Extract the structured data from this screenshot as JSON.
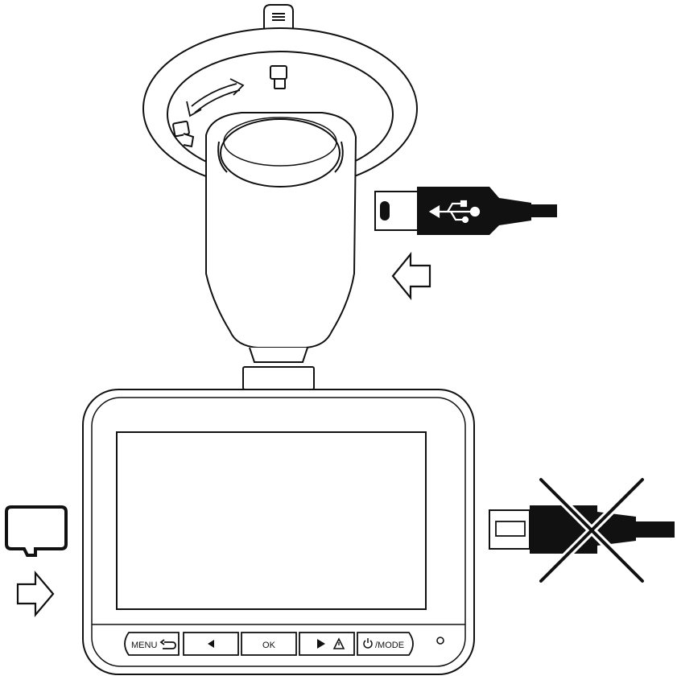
{
  "colors": {
    "line": "#111111",
    "background": "#ffffff",
    "fill_dark": "#111111"
  },
  "buttons": {
    "menu": {
      "label": "MENU",
      "icon": "return-arrow-icon"
    },
    "left": {
      "icon": "left-triangle-icon"
    },
    "ok": {
      "label": "OK"
    },
    "right": {
      "icon": "play-warning-icon"
    },
    "power": {
      "label": "/MODE",
      "icon": "power-icon"
    }
  },
  "icons": [
    "suction-cup-mount",
    "rotation-arrow-icon",
    "lock-icon",
    "unlock-icon",
    "usb-cable-connector",
    "usb-symbol-icon",
    "insert-arrow-icon",
    "microsd-card-icon",
    "cross-out-icon",
    "led-indicator"
  ]
}
